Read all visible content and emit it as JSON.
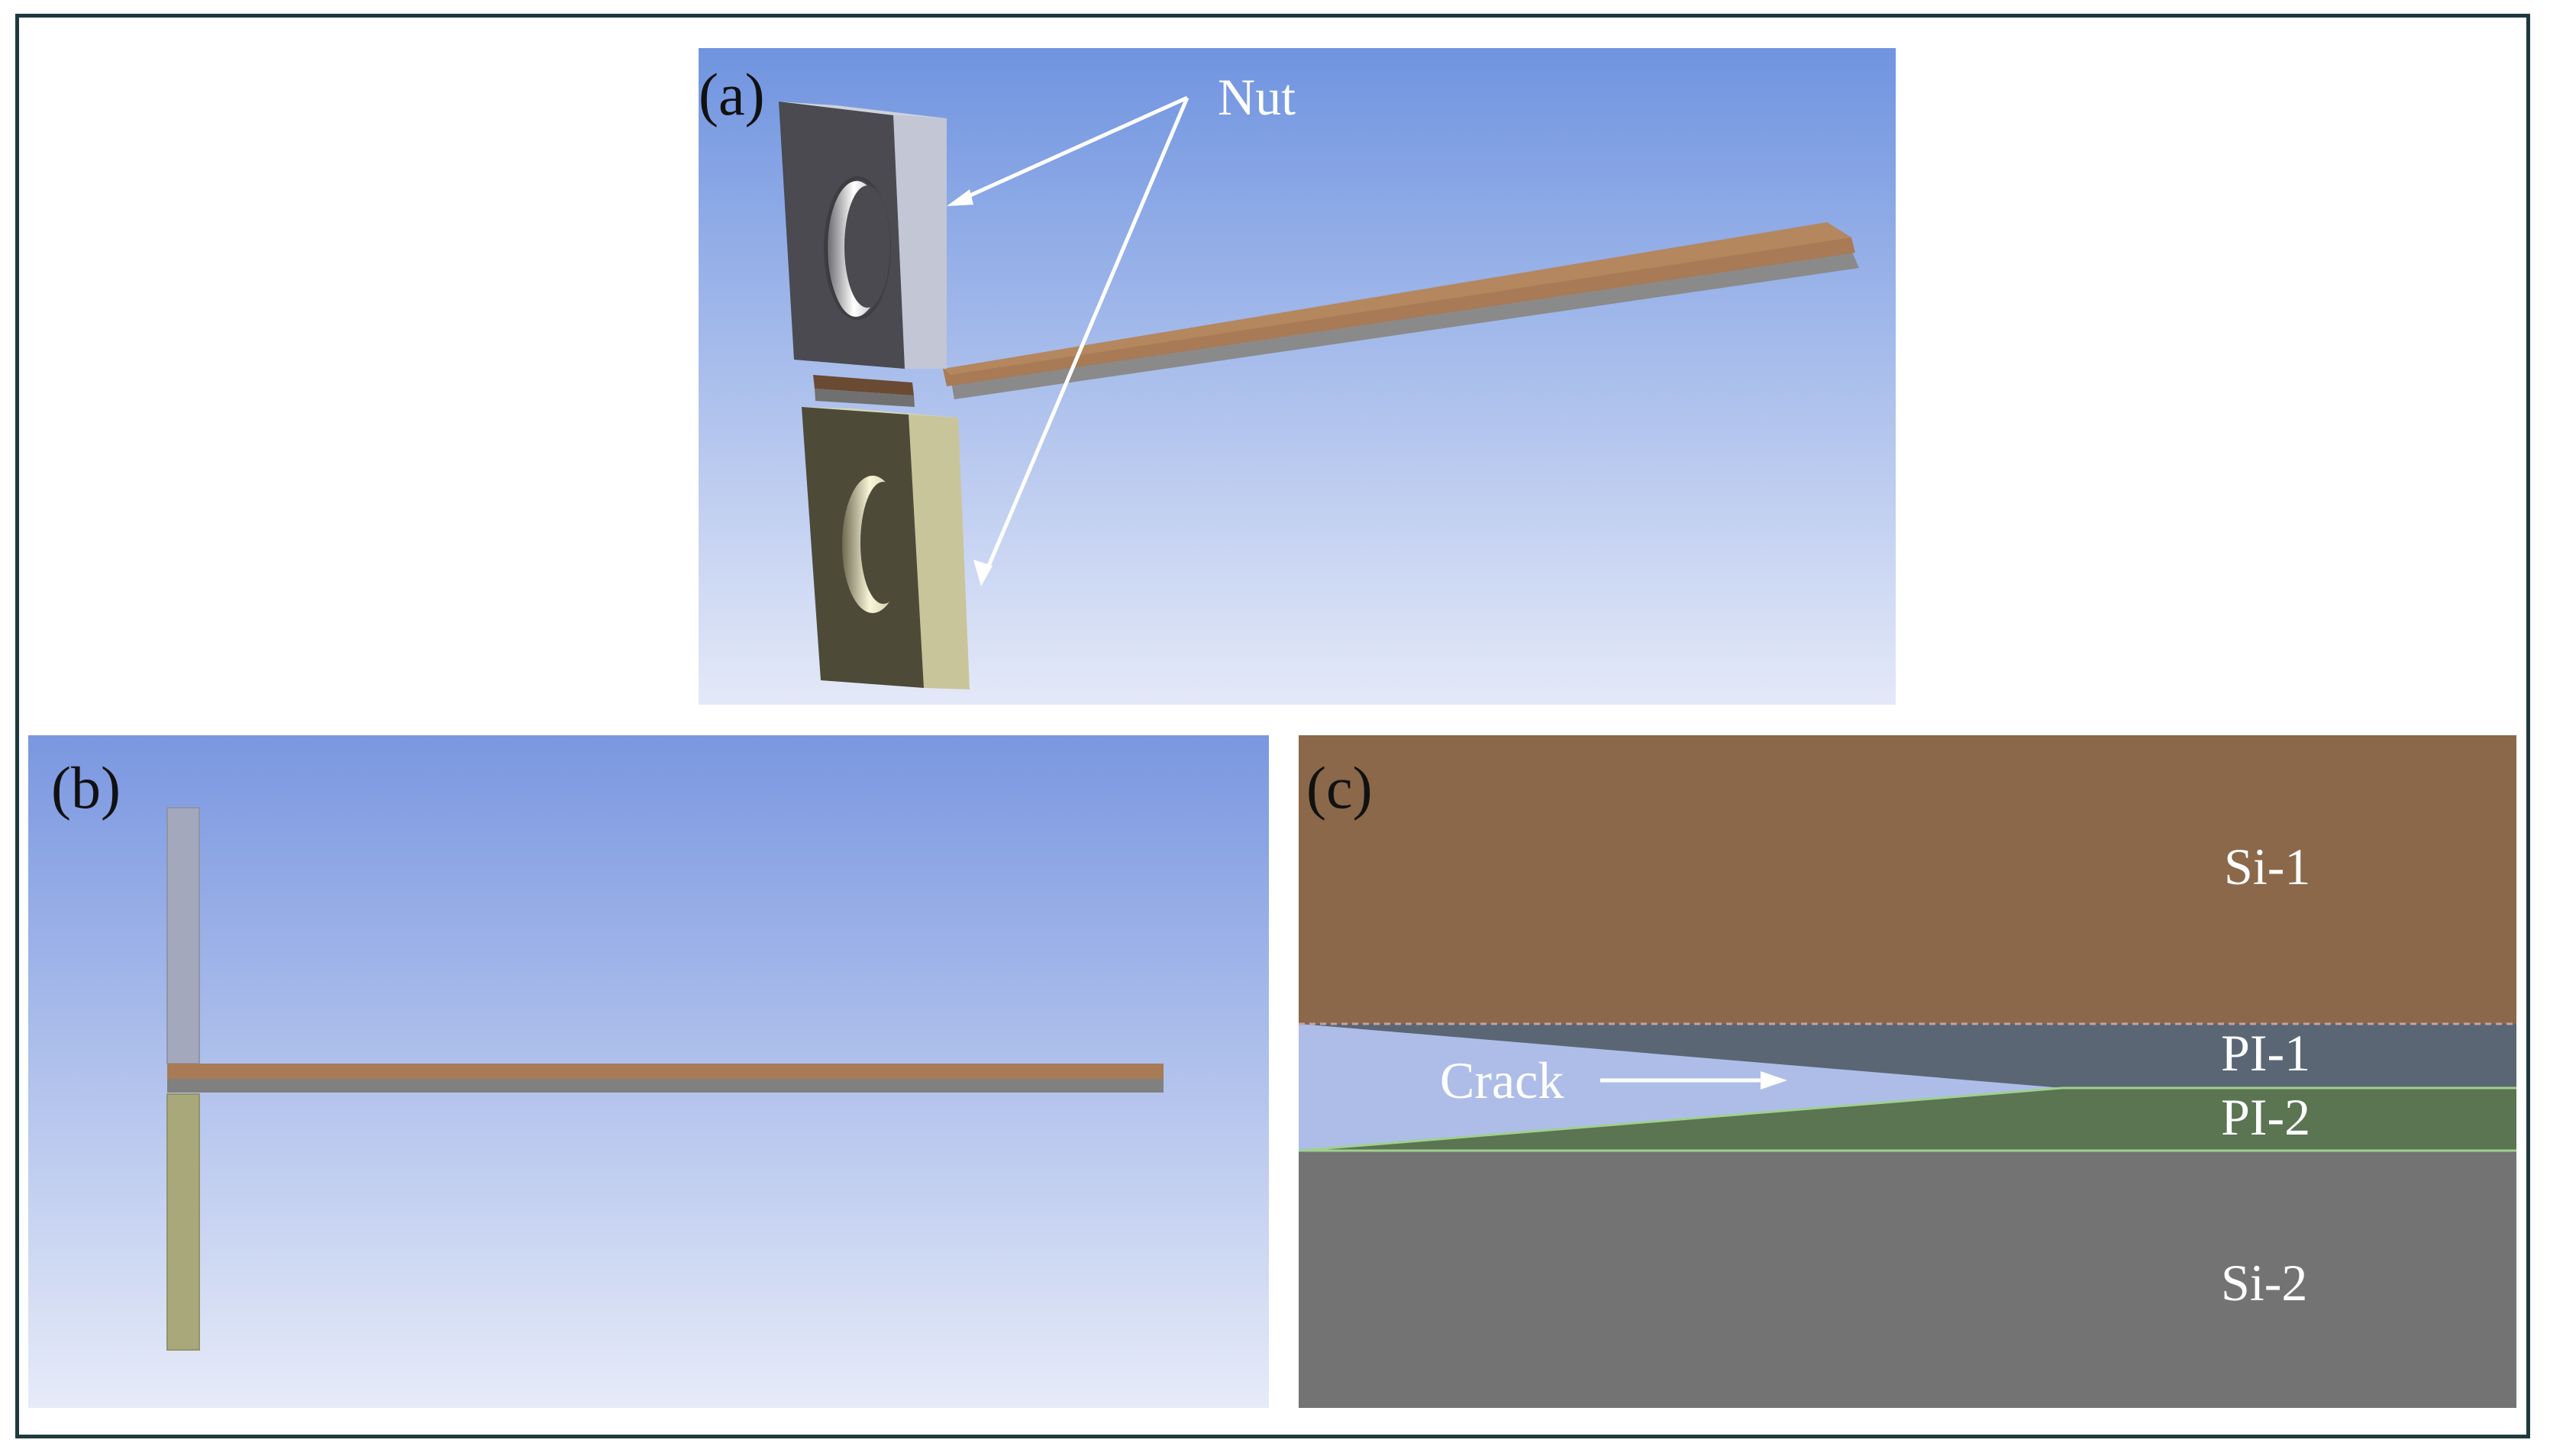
{
  "figure": {
    "panel_a": {
      "label": "(a)",
      "callout": "Nut"
    },
    "panel_b": {
      "label": "(b)"
    },
    "panel_c": {
      "label": "(c)",
      "layers": [
        {
          "name": "Si-1",
          "color": "#8b6849"
        },
        {
          "name": "PI-1",
          "color": "#5a6674"
        },
        {
          "name": "PI-2",
          "color": "#5b7452"
        },
        {
          "name": "Si-2",
          "color": "#737373"
        }
      ],
      "crack_label": "Crack"
    }
  },
  "colors": {
    "background_top": "#7a97e0",
    "background_bottom": "#e4e9f8",
    "strip_copper": "#a87a55",
    "strip_gray": "#8a8a8a",
    "nut_top": "#4a4a50",
    "nut_bottom": "#4d4a38",
    "frame": "#1f3a3f"
  }
}
